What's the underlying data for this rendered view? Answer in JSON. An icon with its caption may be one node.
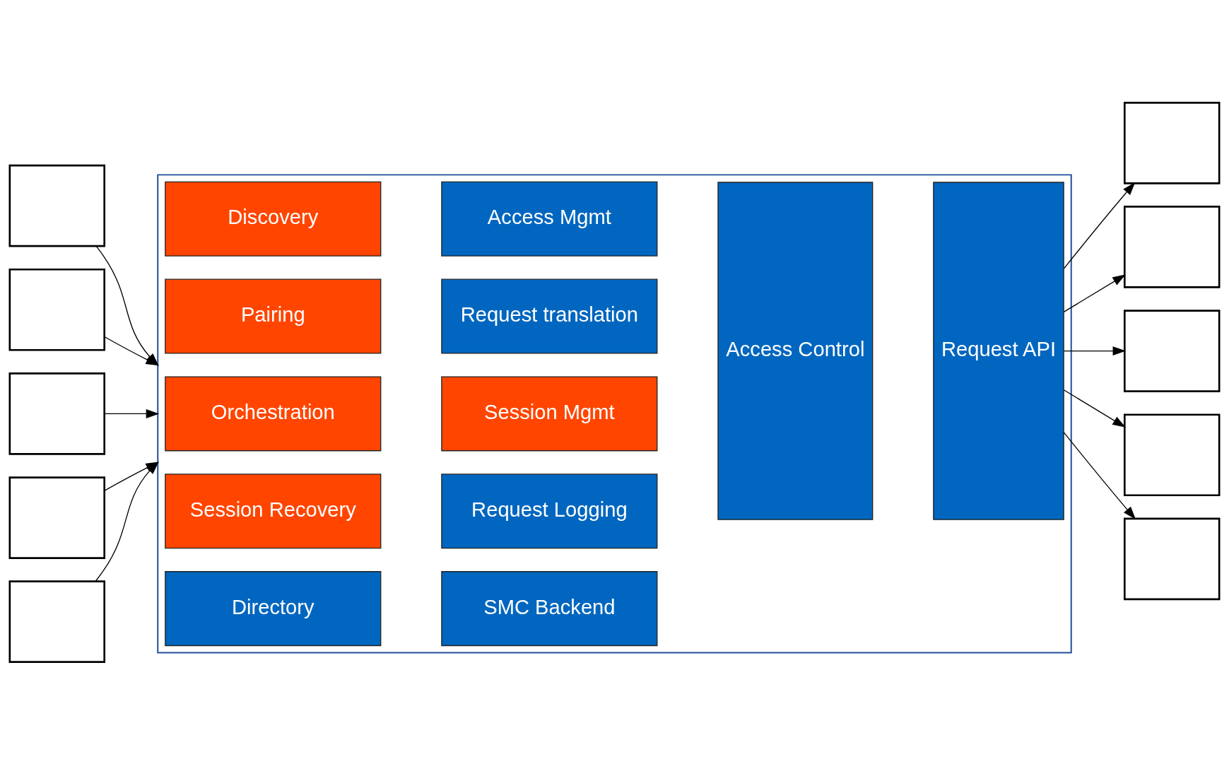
{
  "diagram": {
    "nodes": [
      {
        "text": [],
        "shape": "box"
      },
      {
        "text": [],
        "shape": "box"
      },
      {
        "text": [],
        "shape": "box"
      },
      {
        "text": [],
        "shape": "box"
      },
      {
        "text": [],
        "shape": "box"
      },
      {
        "text": [],
        "shape": "box"
      },
      {
        "text": [
          "Discovery"
        ],
        "in": 5
      },
      {
        "text": [
          "Pairing"
        ],
        "in": 5
      },
      {
        "text": [
          "Orchestration"
        ],
        "in": 5
      },
      {
        "text": [
          "Session Recovery"
        ],
        "in": 5
      },
      {
        "text": [
          "Access Mgmt"
        ],
        "in": 5
      },
      {
        "text": [
          "Request translation"
        ],
        "in": 5
      },
      {
        "text": [
          "Session Mgmt"
        ],
        "in": 5
      },
      {
        "text": [
          "Request Logging"
        ],
        "in": 5
      },
      {
        "text": [
          "Directory"
        ],
        "in": 5
      },
      {
        "text": [
          "SMC Backend"
        ],
        "in": 5
      },
      {
        "text": [
          "Access Control"
        ],
        "in": 5
      },
      {
        "text": [
          "Request API"
        ],
        "in": 5
      },
      {
        "text": [],
        "shape": "box"
      },
      {
        "text": [],
        "shape": "box"
      },
      {
        "text": [],
        "shape": "box"
      },
      {
        "text": [],
        "shape": "box"
      },
      {
        "text": [],
        "shape": "box"
      }
    ],
    "edges": [
      {
        "from": 0,
        "to": 5,
        "arrow": "to"
      },
      {
        "from": 1,
        "to": 5,
        "arrow": "to"
      },
      {
        "from": 2,
        "to": 5,
        "arrow": "to"
      },
      {
        "from": 3,
        "to": 5,
        "arrow": "to"
      },
      {
        "from": 4,
        "to": 5,
        "arrow": "to"
      },
      {
        "from": 17,
        "to": 18,
        "arrow": "to"
      },
      {
        "from": 17,
        "to": 19,
        "arrow": "to"
      },
      {
        "from": 17,
        "to": 20,
        "arrow": "to"
      },
      {
        "from": 17,
        "to": 21,
        "arrow": "to"
      },
      {
        "from": 17,
        "to": 22,
        "arrow": "to"
      }
    ]
  }
}
